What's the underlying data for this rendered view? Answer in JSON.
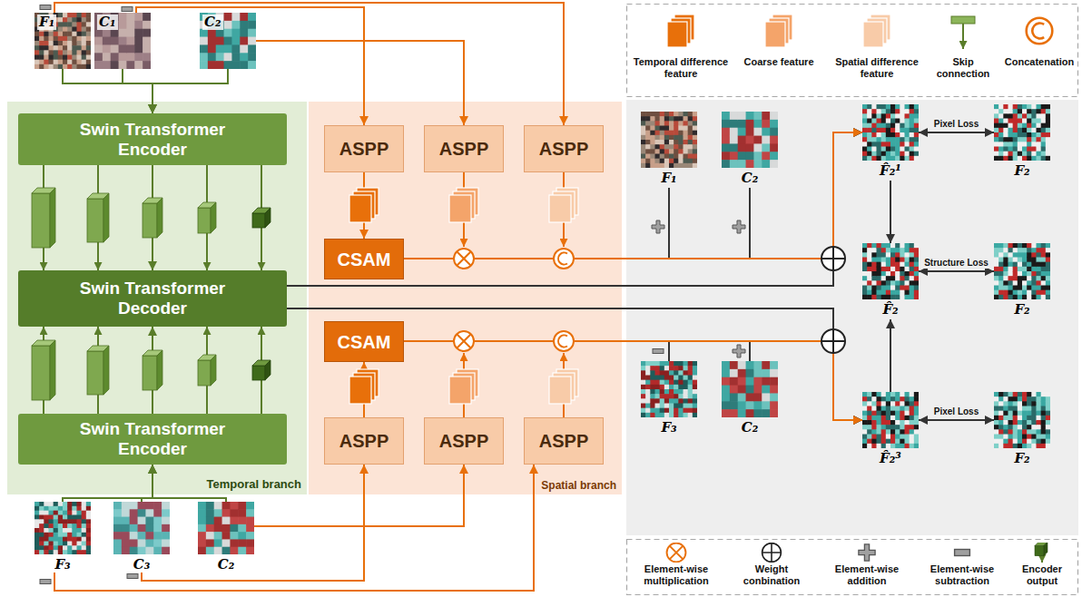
{
  "diagram": {
    "nodes": [
      {
        "text": [
          "Temporal branch"
        ]
      },
      {
        "text": [
          "Swin Transformer Encoder"
        ],
        "in": 0
      },
      {
        "text": [
          "Swin Transformer Decoder"
        ],
        "in": 0
      },
      {
        "text": [
          "Swin Transformer Encoder"
        ],
        "in": 0
      },
      {
        "text": [
          "Spatial branch"
        ]
      },
      {
        "text": [
          "ASPP"
        ],
        "in": 4
      },
      {
        "text": [
          "ASPP"
        ],
        "in": 4
      },
      {
        "text": [
          "ASPP"
        ],
        "in": 4
      },
      {
        "text": [
          "CSAM"
        ],
        "in": 4
      },
      {
        "text": [
          "CSAM"
        ],
        "in": 4
      },
      {
        "text": [
          "ASPP"
        ],
        "in": 4
      },
      {
        "text": [
          "ASPP"
        ],
        "in": 4
      },
      {
        "text": [
          "ASPP"
        ],
        "in": 4
      },
      {
        "text": [
          "F₁"
        ]
      },
      {
        "text": [
          "C₁"
        ]
      },
      {
        "text": [
          "C₂"
        ]
      },
      {
        "text": [
          "F₃"
        ]
      },
      {
        "text": [
          "C₃"
        ]
      },
      {
        "text": [
          "C₂"
        ]
      },
      {
        "text": [
          "F₁"
        ]
      },
      {
        "text": [
          "C₂"
        ]
      },
      {
        "text": [
          "F₃"
        ]
      },
      {
        "text": [
          "C₂"
        ]
      },
      {
        "text": [
          "F̂₂¹"
        ]
      },
      {
        "text": [
          "F₂"
        ]
      },
      {
        "text": [
          "F̂₂"
        ]
      },
      {
        "text": [
          "F₂"
        ]
      },
      {
        "text": [
          "F̂₂³"
        ]
      },
      {
        "text": [
          "F₂"
        ]
      }
    ],
    "edges": [
      {
        "from": 13,
        "to": 1,
        "arrow": "to"
      },
      {
        "from": 14,
        "to": 1,
        "arrow": "to"
      },
      {
        "from": 15,
        "to": 1,
        "arrow": "to"
      },
      {
        "from": 16,
        "to": 3,
        "arrow": "to"
      },
      {
        "from": 17,
        "to": 3,
        "arrow": "to"
      },
      {
        "from": 18,
        "to": 3,
        "arrow": "to"
      },
      {
        "from": 1,
        "to": 2,
        "arrow": "to"
      },
      {
        "from": 3,
        "to": 2,
        "arrow": "to"
      },
      {
        "from": 14,
        "to": 5,
        "arrow": "to"
      },
      {
        "from": 13,
        "to": 7,
        "arrow": "to"
      },
      {
        "from": 15,
        "to": 6,
        "arrow": "to"
      },
      {
        "from": 17,
        "to": 10,
        "arrow": "to"
      },
      {
        "from": 16,
        "to": 12,
        "arrow": "to"
      },
      {
        "from": 18,
        "to": 11,
        "arrow": "to"
      },
      {
        "from": 5,
        "to": 8,
        "arrow": "to"
      },
      {
        "from": 10,
        "to": 9,
        "arrow": "to"
      },
      {
        "from": 8,
        "to": 23,
        "arrow": "to"
      },
      {
        "from": 9,
        "to": 27,
        "arrow": "to"
      },
      {
        "from": 2,
        "to": 23,
        "arrow": "to"
      },
      {
        "from": 2,
        "to": 27,
        "arrow": "to"
      },
      {
        "from": 19,
        "to": 23,
        "arrow": "to"
      },
      {
        "from": 20,
        "to": 23,
        "arrow": "to"
      },
      {
        "from": 21,
        "to": 27,
        "arrow": "to"
      },
      {
        "from": 22,
        "to": 27,
        "arrow": "to"
      },
      {
        "from": 23,
        "to": 24,
        "label": "Pixel Loss",
        "arrow": "both"
      },
      {
        "from": 25,
        "to": 26,
        "label": "Structure Loss",
        "arrow": "both"
      },
      {
        "from": 27,
        "to": 28,
        "label": "Pixel Loss",
        "arrow": "both"
      },
      {
        "from": 23,
        "to": 25,
        "arrow": "to"
      },
      {
        "from": 27,
        "to": 25,
        "arrow": "to"
      }
    ],
    "legend": [
      {
        "text": "Temporal difference feature",
        "color": "#e8700a"
      },
      {
        "text": "Coarse feature",
        "color": "#f4a46a"
      },
      {
        "text": "Spatial difference feature",
        "color": "#f8cba8"
      },
      {
        "text": "Skip connection"
      },
      {
        "text": "Concatenation"
      },
      {
        "text": "Element-wise multiplication"
      },
      {
        "text": "Weight conbination"
      },
      {
        "text": "Element-wise addition"
      },
      {
        "text": "Element-wise subtraction"
      },
      {
        "text": "Encoder output"
      }
    ]
  }
}
